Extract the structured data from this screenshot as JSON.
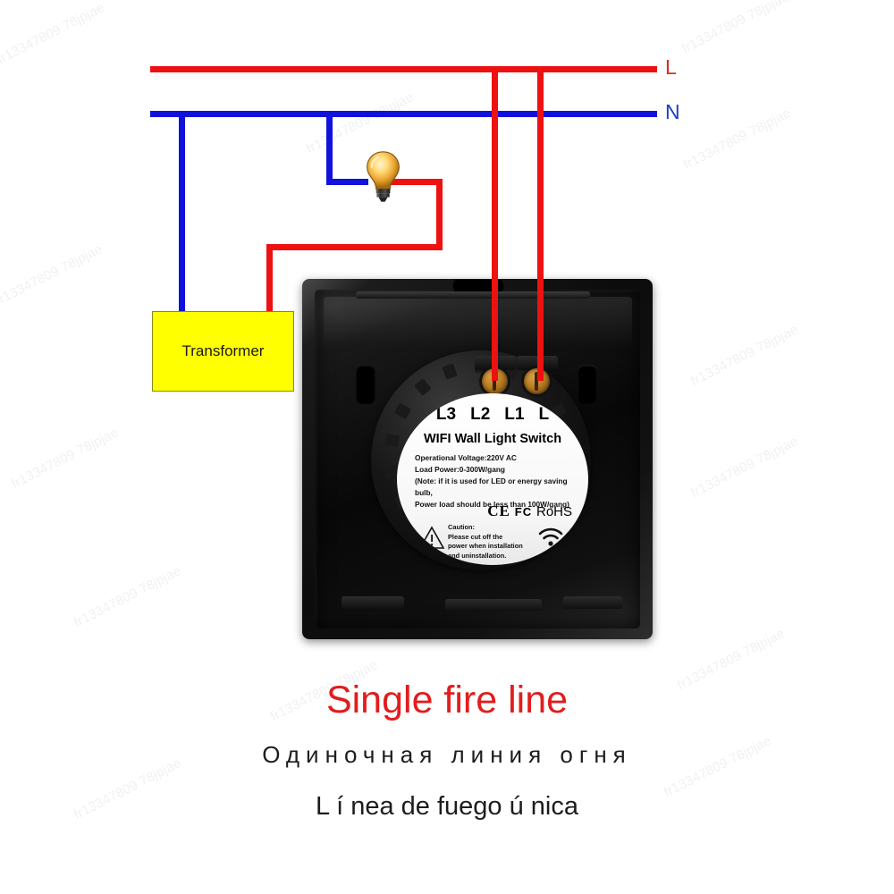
{
  "diagram": {
    "title_en": "Single fire line",
    "title_ru": "Одиночная линия огня",
    "title_es": "L í nea de fuego ú nica",
    "wire_labels": {
      "live": "L",
      "neutral": "N"
    },
    "transformer_label": "Transformer",
    "colors": {
      "live_wire": "#ee1111",
      "neutral_wire": "#1111dd",
      "transformer_fill": "#ffff00",
      "caption_accent": "#e11d1d"
    }
  },
  "switch": {
    "terminals": [
      "L3",
      "L2",
      "L1",
      "L"
    ],
    "product_name": "WIFI Wall Light Switch",
    "specs": [
      "Operational Voltage:220V AC",
      "Load Power:0-300W/gang",
      "(Note: if it is used for LED or energy saving bulb,",
      "Power load should be less than 100W/gang)"
    ],
    "certs": {
      "ce": "CE",
      "fc": "FC",
      "rohs": "RoHS"
    },
    "caution": {
      "heading": "Caution:",
      "line1": "Please cut off the",
      "line2": "power when installation",
      "line3": "and uninstallation."
    }
  },
  "watermark": {
    "text": "fr13347809 78jpjae"
  }
}
